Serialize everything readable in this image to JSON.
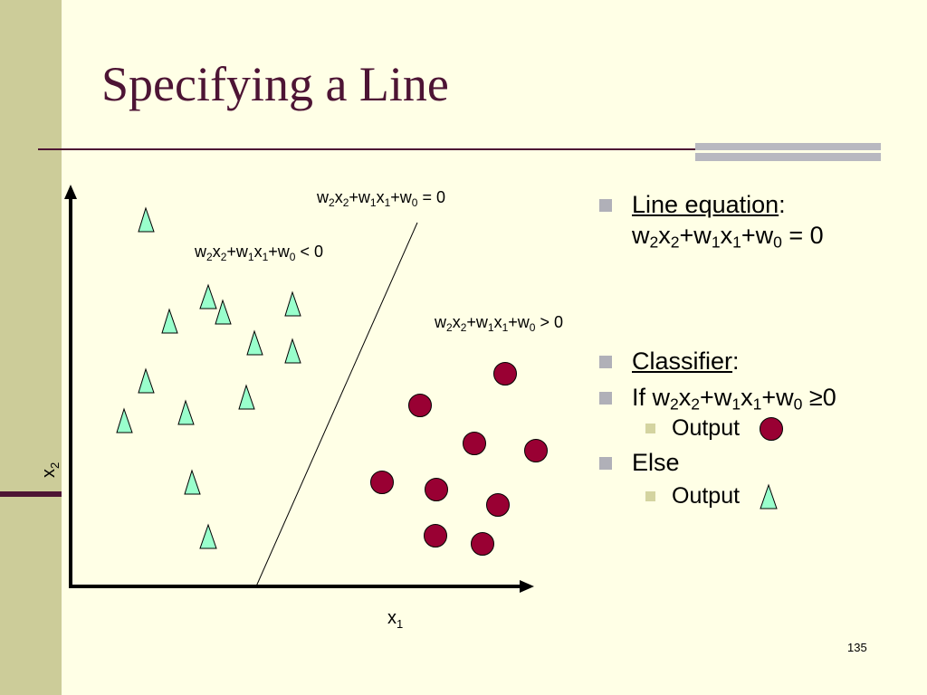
{
  "slide": {
    "title": "Specifying a Line",
    "number": "135"
  },
  "diagram": {
    "axis_x_label": "x",
    "axis_x_sub": "1",
    "axis_y_label": "x",
    "axis_y_sub": "2",
    "equation_zero": [
      "w",
      "2",
      "x",
      "2",
      "+w",
      "1",
      "x",
      "1",
      "+w",
      "0",
      " = 0"
    ],
    "equation_negative": [
      "w",
      "2",
      "x",
      "2",
      "+w",
      "1",
      "x",
      "1",
      "+w",
      "0",
      " < 0"
    ],
    "equation_positive": [
      "w",
      "2",
      "x",
      "2",
      "+w",
      "1",
      "x",
      "1",
      "+w",
      "0",
      " > 0"
    ],
    "colors": {
      "triangle_fill": "#99FFCC",
      "circle_fill": "#990033",
      "axis": "#000000"
    }
  },
  "bullets": {
    "line_equation_label": "Line equation",
    "line_equation_colon": ":",
    "line_equation_expr": [
      "w",
      "2",
      "x",
      "2",
      "+w",
      "1",
      "x",
      "1",
      "+w",
      "0",
      " = 0"
    ],
    "classifier_label": "Classifier",
    "classifier_colon": ":",
    "if_expr": [
      "If w",
      "2",
      "x",
      "2",
      "+w",
      "1",
      "x",
      "1",
      "+w",
      "0",
      " ≥0"
    ],
    "output_1": "Output",
    "else_label": "Else",
    "output_2": "Output"
  },
  "icons": {
    "output_circle": "red-circle-icon",
    "output_triangle": "green-triangle-icon"
  }
}
